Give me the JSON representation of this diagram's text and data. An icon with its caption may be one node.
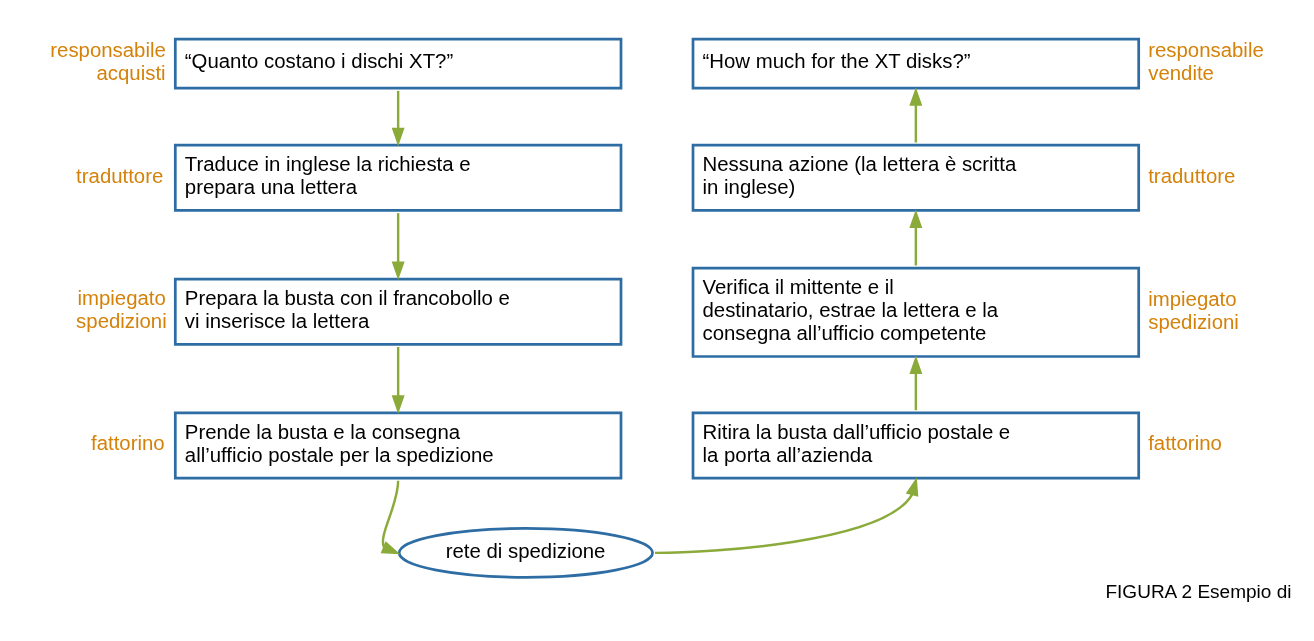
{
  "diagram": {
    "caption": "FIGURA 2 Esempio di",
    "nodes": [
      {
        "text": [
          "“Quanto costano i dischi XT?”"
        ],
        "beside": [
          "responsabile acquisti"
        ]
      },
      {
        "text": [
          "“How much for the XT disks?”"
        ],
        "beside": [
          "responsabile vendite"
        ]
      },
      {
        "text": [
          "Traduce in inglese la richiesta e prepara una lettera"
        ],
        "beside": [
          "traduttore"
        ]
      },
      {
        "text": [
          "Nessuna azione (la lettera è scritta in inglese)"
        ],
        "beside": [
          "traduttore"
        ]
      },
      {
        "text": [
          "Prepara la busta con il francobollo e vi inserisce la lettera"
        ],
        "beside": [
          "impiegato spedizioni"
        ]
      },
      {
        "text": [
          "Verifica il mittente e il destinatario, estrae la lettera e la consegna all’ufficio competente"
        ],
        "beside": [
          "impiegato spedizioni"
        ]
      },
      {
        "text": [
          "Prende la busta e la consegna all’ufficio postale per la spedizione"
        ],
        "beside": [
          "fattorino"
        ]
      },
      {
        "text": [
          "Ritira la busta dall’ufficio postale e la porta all’azienda"
        ],
        "beside": [
          "fattorino"
        ]
      },
      {
        "text": [
          "rete di spedizione"
        ]
      }
    ],
    "edges": [
      {
        "from": 0,
        "to": 2,
        "arrow": "to"
      },
      {
        "from": 2,
        "to": 4,
        "arrow": "to"
      },
      {
        "from": 4,
        "to": 6,
        "arrow": "to"
      },
      {
        "from": 6,
        "to": 8,
        "arrow": "to"
      },
      {
        "from": 8,
        "to": 7,
        "arrow": "to"
      },
      {
        "from": 7,
        "to": 5,
        "arrow": "to"
      },
      {
        "from": 5,
        "to": 3,
        "arrow": "to"
      },
      {
        "from": 3,
        "to": 1,
        "arrow": "to"
      }
    ]
  }
}
